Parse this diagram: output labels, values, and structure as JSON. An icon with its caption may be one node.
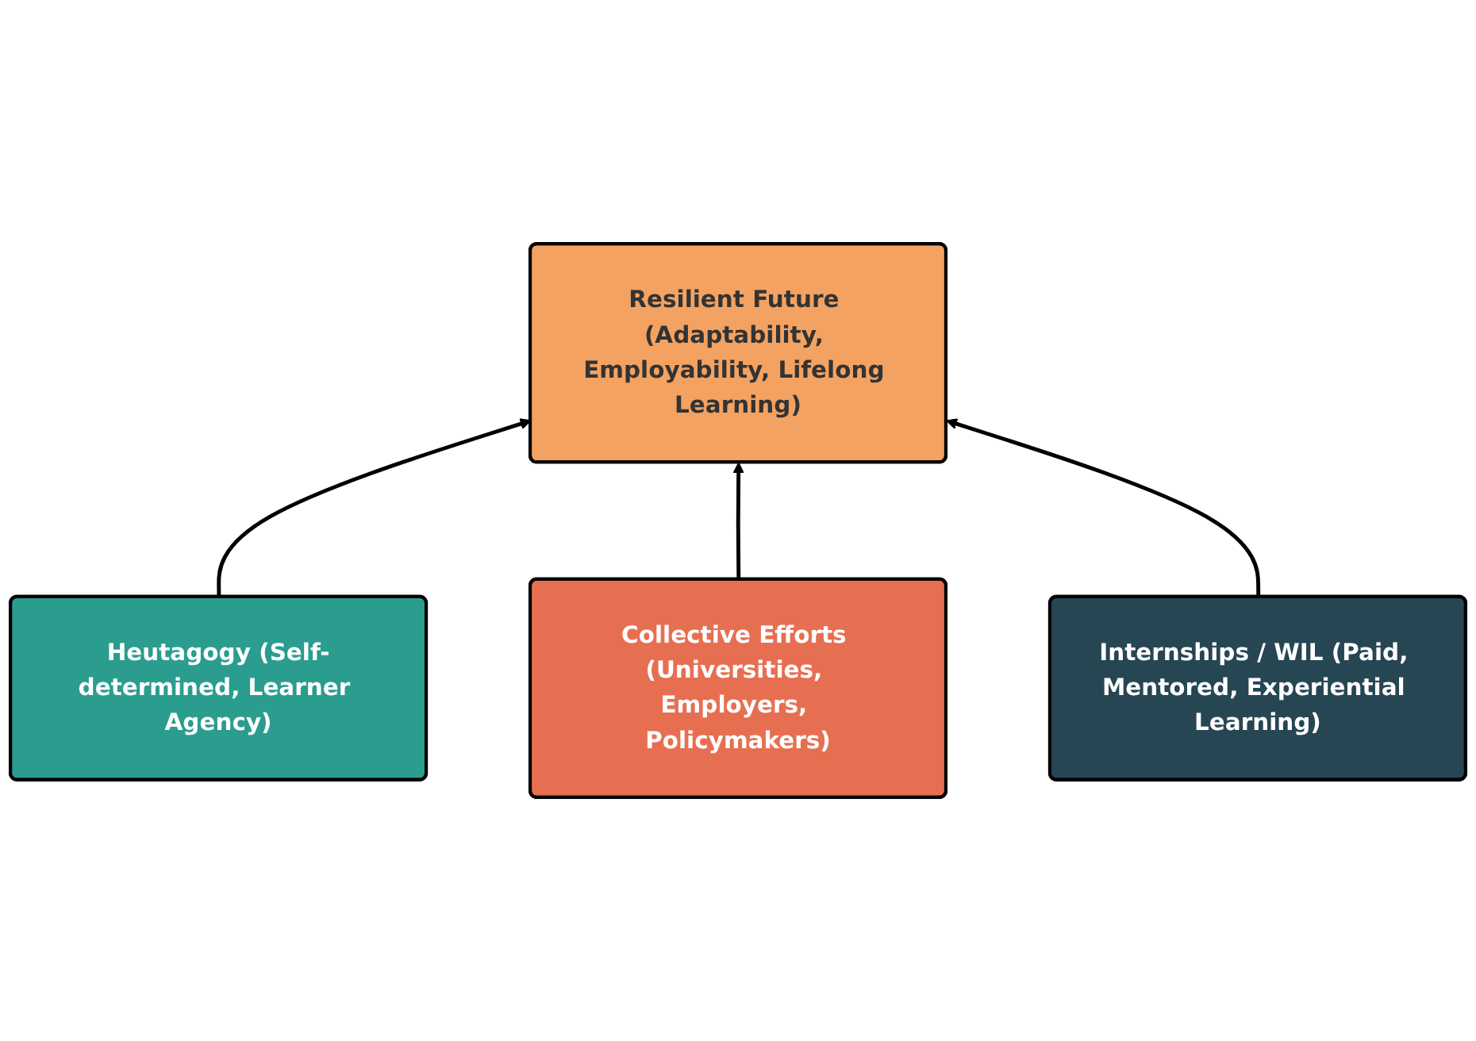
{
  "diagram": {
    "nodes": [
      {
        "text": [
          "Resilient Future (Adaptability, Employability, Lifelong Learning)"
        ]
      },
      {
        "text": [
          "Heutagogy (Self-determined, Learner Agency)"
        ]
      },
      {
        "text": [
          "Internships / WIL (Paid, Mentored, Experiential Learning)"
        ]
      },
      {
        "text": [
          "Collective Efforts (Universities, Employers, Policymakers)"
        ]
      }
    ],
    "edges": [
      {
        "from": 1,
        "to": 0,
        "arrow": "to"
      },
      {
        "from": 3,
        "to": 0,
        "arrow": "to"
      },
      {
        "from": 2,
        "to": 0,
        "arrow": "to"
      }
    ]
  }
}
